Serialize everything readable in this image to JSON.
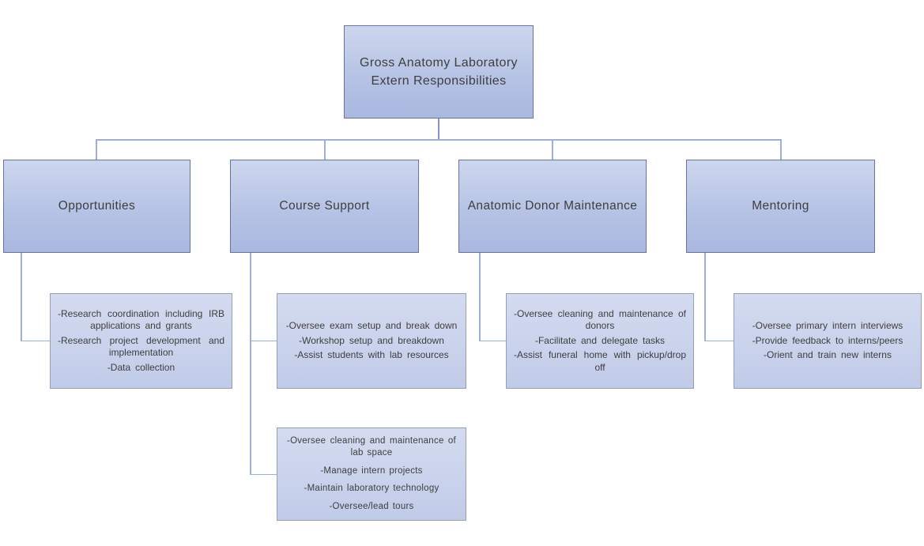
{
  "diagram": {
    "type": "hierarchy-org-chart",
    "root": {
      "label": "Gross Anatomy Laboratory\nExtern Responsibilities"
    },
    "branches": [
      {
        "label": "Opportunities",
        "details": [
          "-Research coordination including IRB applications and grants",
          "-Research project development and implementation",
          "-Data collection"
        ]
      },
      {
        "label": "Course Support",
        "details": [
          "-Oversee exam setup and break down",
          "-Workshop setup and breakdown",
          "-Assist students with lab resources"
        ],
        "secondary_details": [
          "-Oversee cleaning and maintenance of lab space",
          "-Manage intern projects",
          "-Maintain laboratory technology",
          "-Oversee/lead tours"
        ]
      },
      {
        "label": "Anatomic Donor Maintenance",
        "details": [
          "-Oversee cleaning and maintenance of donors",
          "-Facilitate and delegate tasks",
          "-Assist funeral home with pickup/drop off"
        ]
      },
      {
        "label": "Mentoring",
        "details": [
          "-Oversee primary intern interviews",
          "-Provide feedback to interns/peers",
          "-Orient and train new interns"
        ]
      }
    ],
    "colors": {
      "box_fill_top": "#cdd6ee",
      "box_fill_bottom": "#a9b8e0",
      "box_border": "#66759f",
      "detail_fill_top": "#d4dbf0",
      "detail_fill_bottom": "#c0cbe8",
      "detail_border": "#95a0b6",
      "connector": "#9cafdb",
      "connector_dark": "#8495c9",
      "text": "#3e3e3e",
      "background": "#ffffff"
    }
  }
}
